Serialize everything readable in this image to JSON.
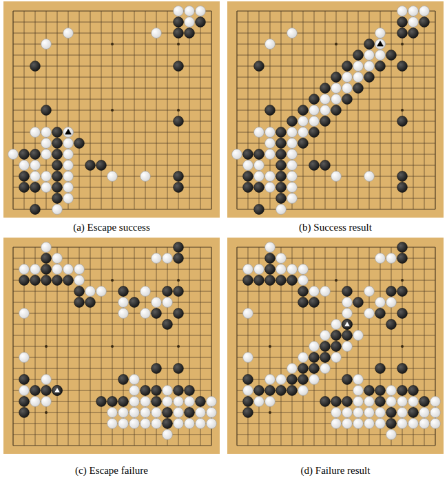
{
  "diagram": {
    "labels": [
      "(a) Escape success",
      "(b) Success result",
      "(c) Escape failure",
      "(d) Failure result"
    ]
  }
}
